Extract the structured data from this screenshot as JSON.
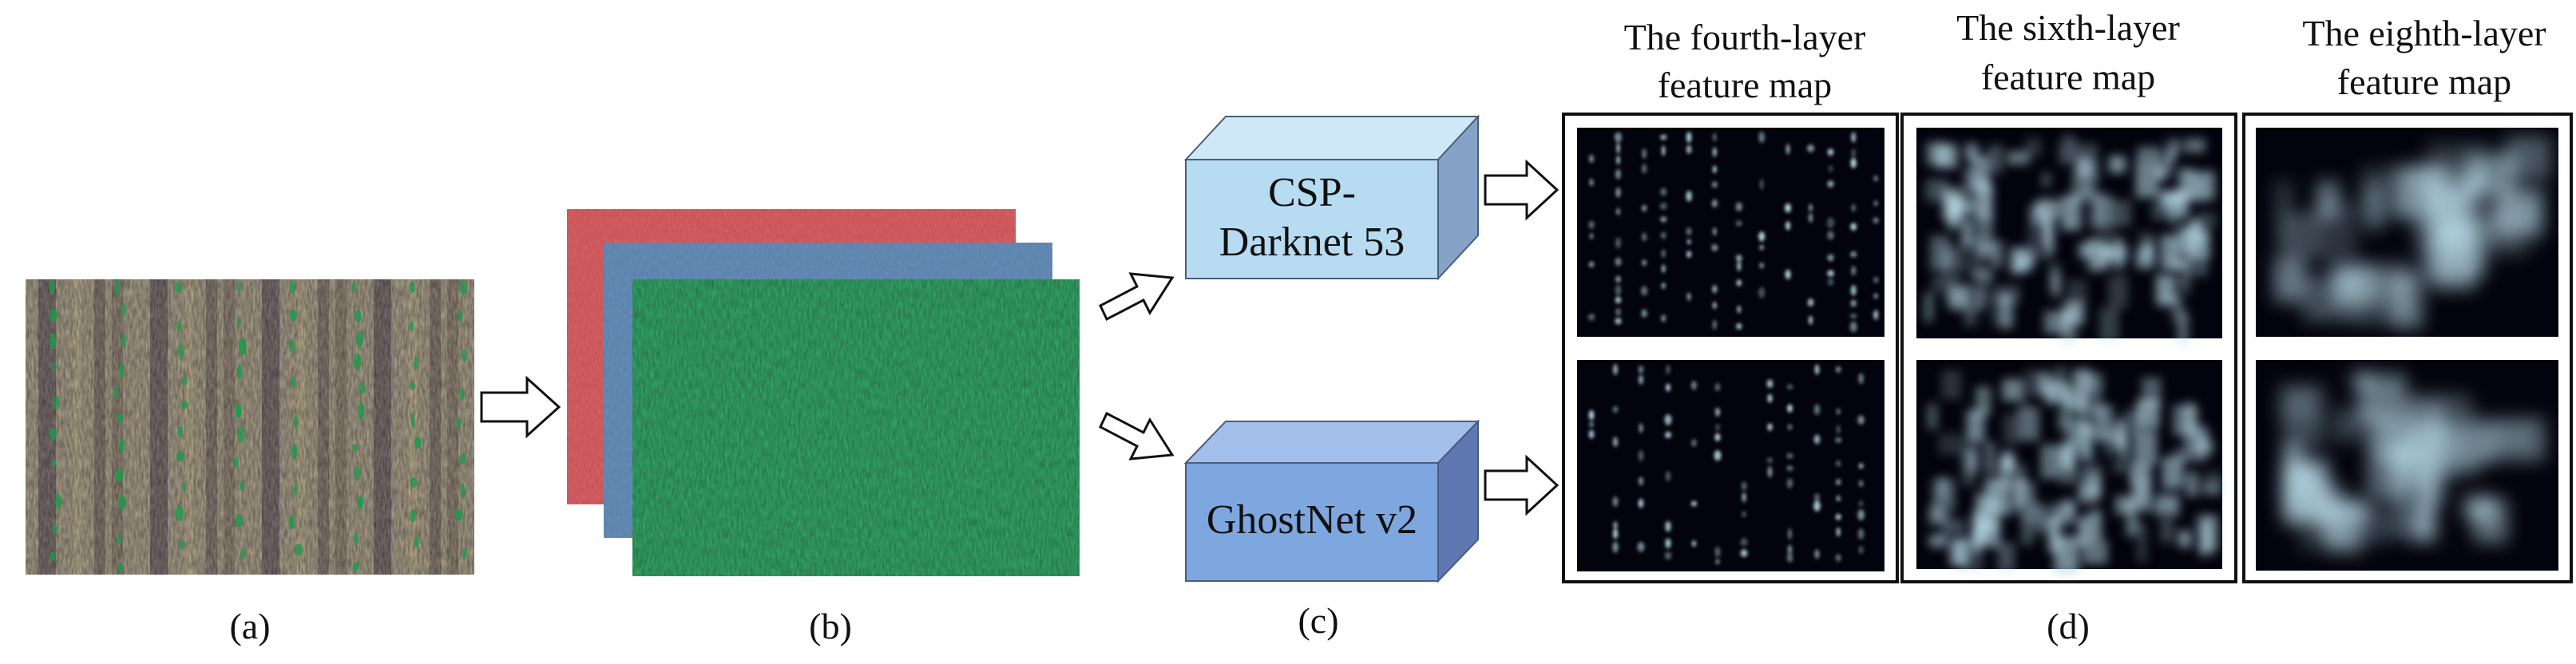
{
  "panels": {
    "a": {
      "label": "(a)"
    },
    "b": {
      "label": "(b)"
    },
    "c": {
      "label": "(c)"
    },
    "d": {
      "label": "(d)"
    }
  },
  "backbones": {
    "csp": {
      "line1": "CSP-",
      "line2": "Darknet 53",
      "front_color": "#b7dcf2",
      "top_color": "#cfe8f7",
      "side_color": "#86a3c7"
    },
    "ghost": {
      "line1": "GhostNet v2",
      "front_color": "#7ea7e0",
      "top_color": "#a3c0ec",
      "side_color": "#5f78b1"
    }
  },
  "feature_maps": {
    "fourth": {
      "title_line1": "The fourth-layer",
      "title_line2": "feature map"
    },
    "sixth": {
      "title_line1": "The sixth-layer",
      "title_line2": "feature map"
    },
    "eighth": {
      "title_line1": "The eighth-layer",
      "title_line2": "feature map"
    }
  },
  "colors": {
    "channel_red": "#c8484c",
    "channel_blue": "#4f7aa8",
    "channel_green": "#22a35a",
    "feature_bg": "#03030d",
    "feature_glow": "#b9dce8"
  }
}
